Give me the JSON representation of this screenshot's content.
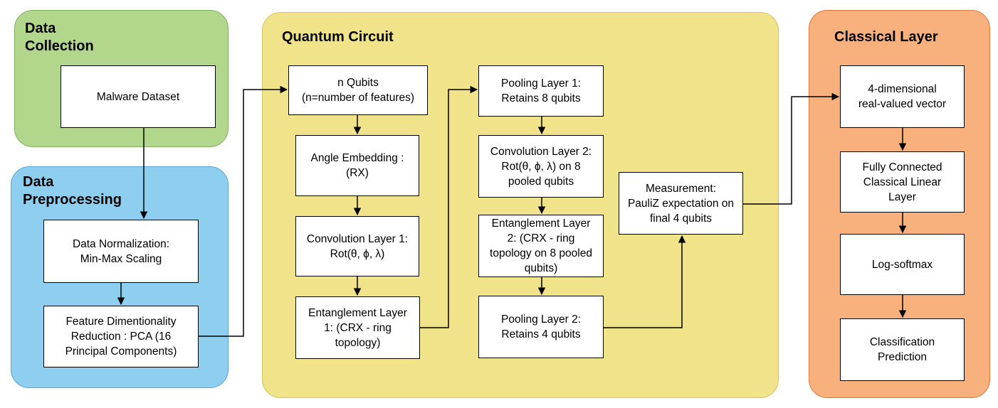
{
  "colors": {
    "data_collection": "#b2d68c",
    "data_preprocessing": "#8ecfef",
    "quantum_circuit": "#f0e38a",
    "classical_layer": "#f8b07c"
  },
  "panels": {
    "data_collection": "Data\nCollection",
    "data_preprocessing": "Data\nPreprocessing",
    "quantum_circuit": "Quantum Circuit",
    "classical_layer": "Classical Layer"
  },
  "nodes": {
    "malware_dataset": "Malware Dataset",
    "data_normalization": "Data Normalization:\nMin-Max Scaling",
    "feature_reduction": "Feature Dimentionality\nReduction : PCA (16\nPrincipal Components)",
    "n_qubits": "n Qubits\n(n=number of features)",
    "angle_embedding": "Angle Embedding :\n(RX)",
    "conv_layer_1": "Convolution Layer 1:\nRot(θ, ϕ, λ)",
    "entangle_layer_1": "Entanglement Layer\n1: (CRX - ring\ntopology)",
    "pooling_layer_1": "Pooling Layer 1:\nRetains 8 qubits",
    "conv_layer_2": "Convolution Layer 2:\nRot(θ, ϕ, λ) on 8\npooled qubits",
    "entangle_layer_2": "Entanglement Layer\n2: (CRX - ring\ntopology on 8 pooled\nqubits)",
    "pooling_layer_2": "Pooling Layer 2:\nRetains 4 qubits",
    "measurement": "Measurement:\nPauliZ expectation on\nfinal 4 qubits",
    "real_vector": "4-dimensional\nreal-valued vector",
    "fully_connected": "Fully Connected\nClassical Linear\nLayer",
    "log_softmax": "Log-softmax",
    "classification": "Classification\nPrediction"
  }
}
